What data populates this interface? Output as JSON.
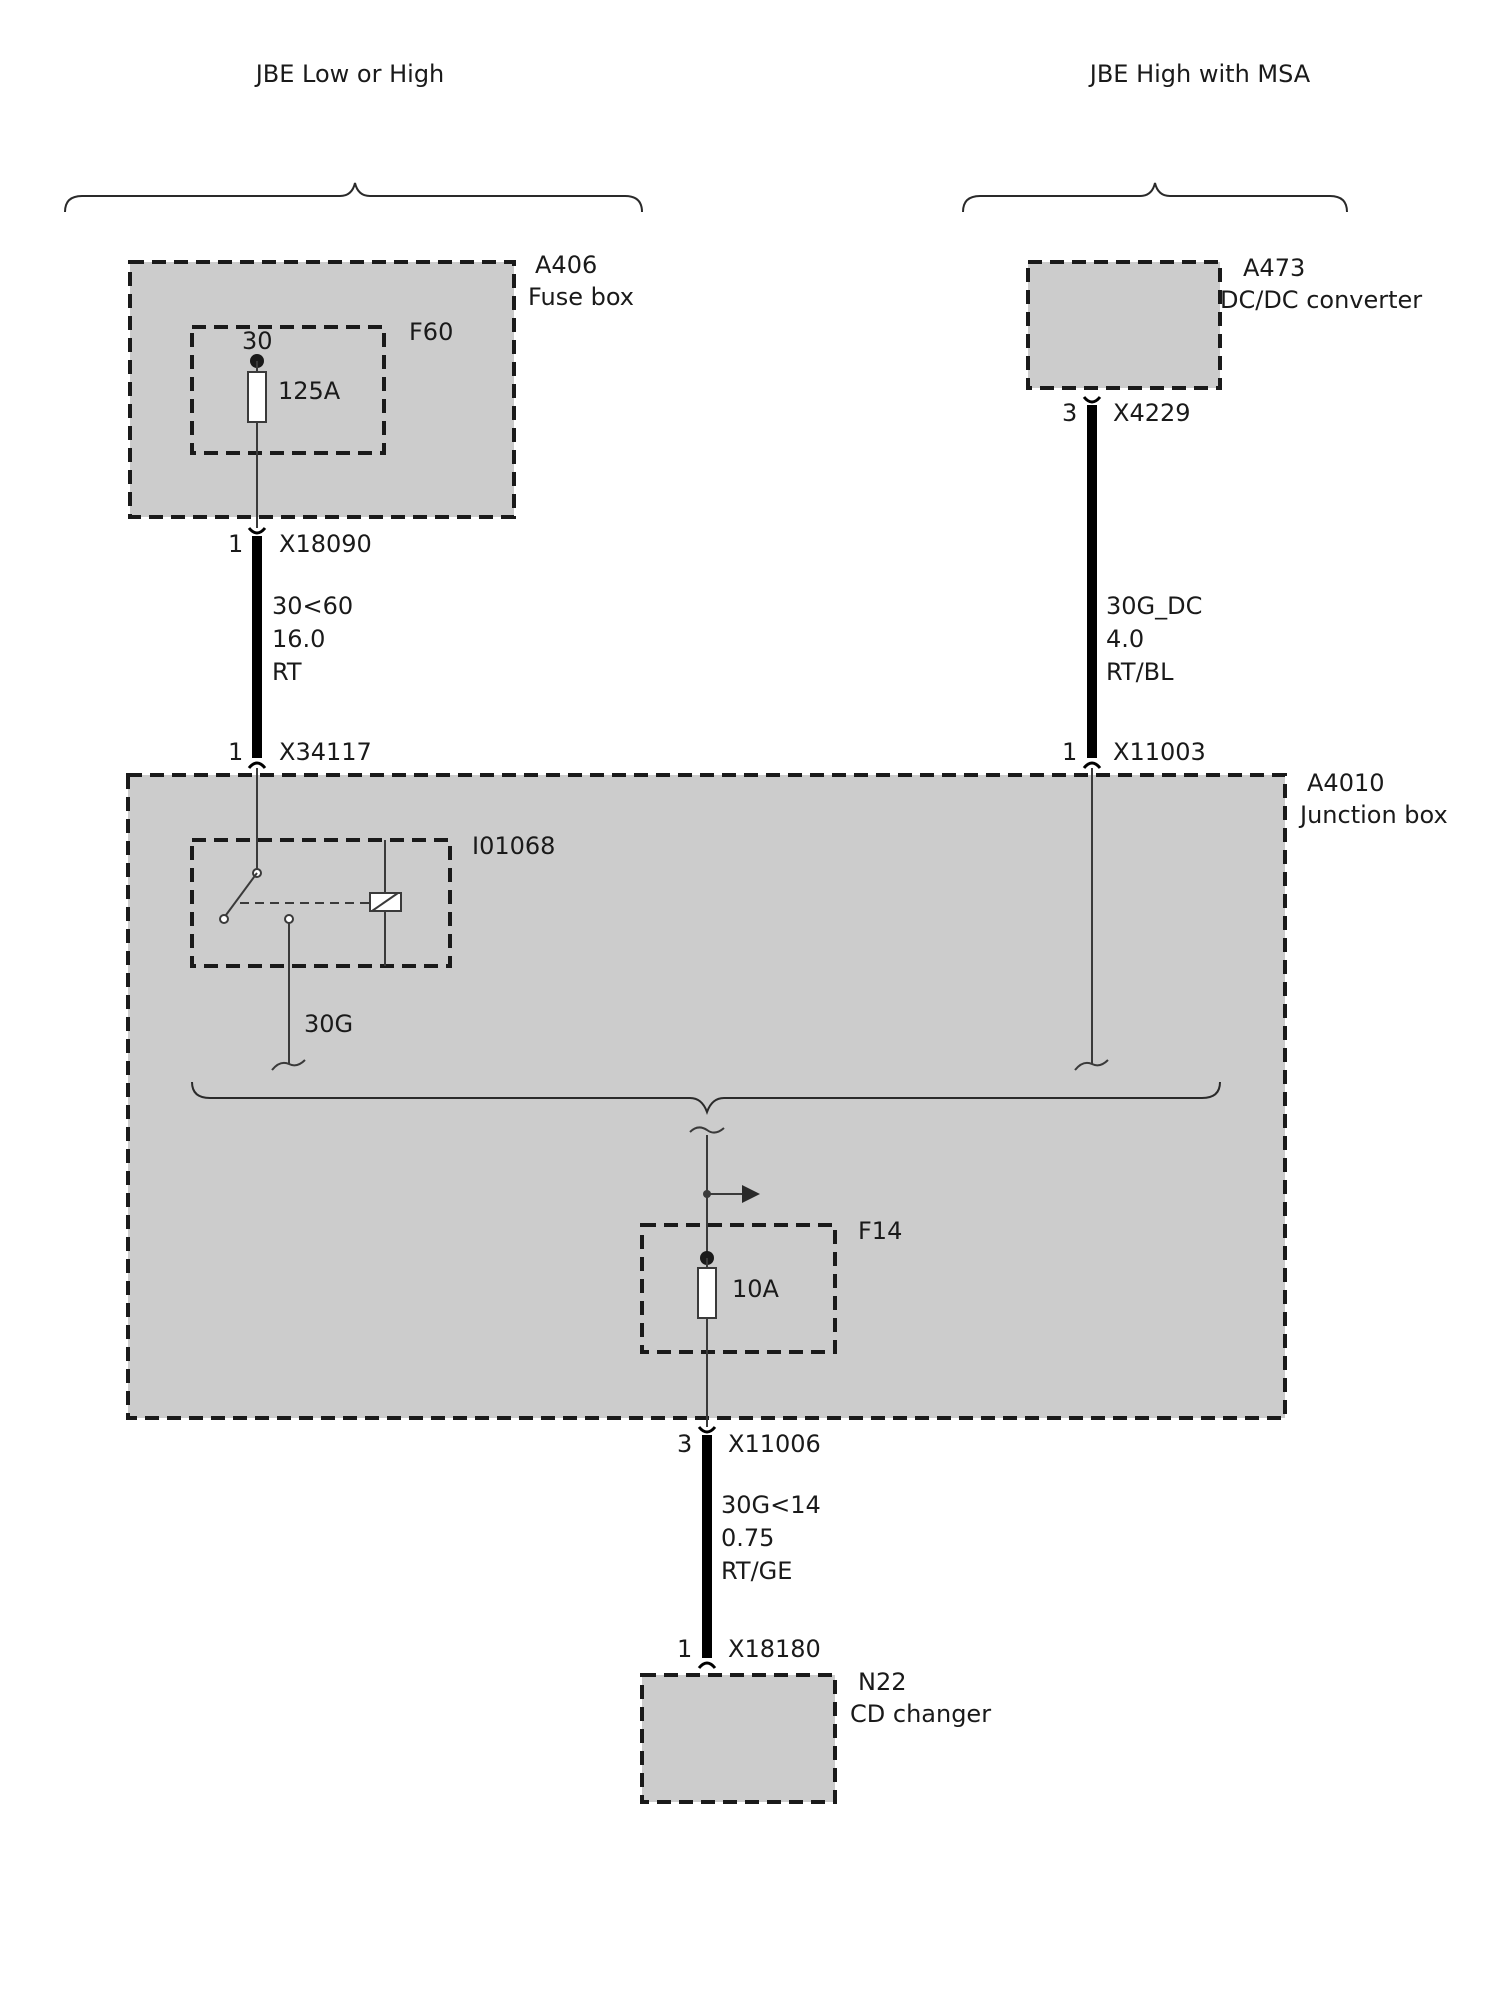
{
  "groups": {
    "left": "JBE Low or High",
    "right": "JBE High with MSA"
  },
  "components": {
    "a406": {
      "id": "A406",
      "name": "Fuse box"
    },
    "f60": {
      "id": "F60",
      "terminal": "30",
      "rating": "125A"
    },
    "a473": {
      "id": "A473",
      "name": "DC/DC converter"
    },
    "a4010": {
      "id": "A4010",
      "name": "Junction box"
    },
    "relay": {
      "id": "I01068"
    },
    "f14": {
      "id": "F14",
      "rating": "10A"
    },
    "n22": {
      "id": "N22",
      "name": "CD changer"
    }
  },
  "connectors": {
    "x18090": {
      "pin": "1",
      "id": "X18090"
    },
    "x34117": {
      "pin": "1",
      "id": "X34117"
    },
    "x4229": {
      "pin": "3",
      "id": "X4229"
    },
    "x11003": {
      "pin": "1",
      "id": "X11003"
    },
    "x11006": {
      "pin": "3",
      "id": "X11006"
    },
    "x18180": {
      "pin": "1",
      "id": "X18180"
    }
  },
  "wires": {
    "w1": {
      "signal": "30<60",
      "gauge": "16.0",
      "color": "RT"
    },
    "w2": {
      "signal": "30G_DC",
      "gauge": "4.0",
      "color": "RT/BL"
    },
    "w3": {
      "signal": "30G<14",
      "gauge": "0.75",
      "color": "RT/GE"
    },
    "internal_30g": "30G"
  }
}
